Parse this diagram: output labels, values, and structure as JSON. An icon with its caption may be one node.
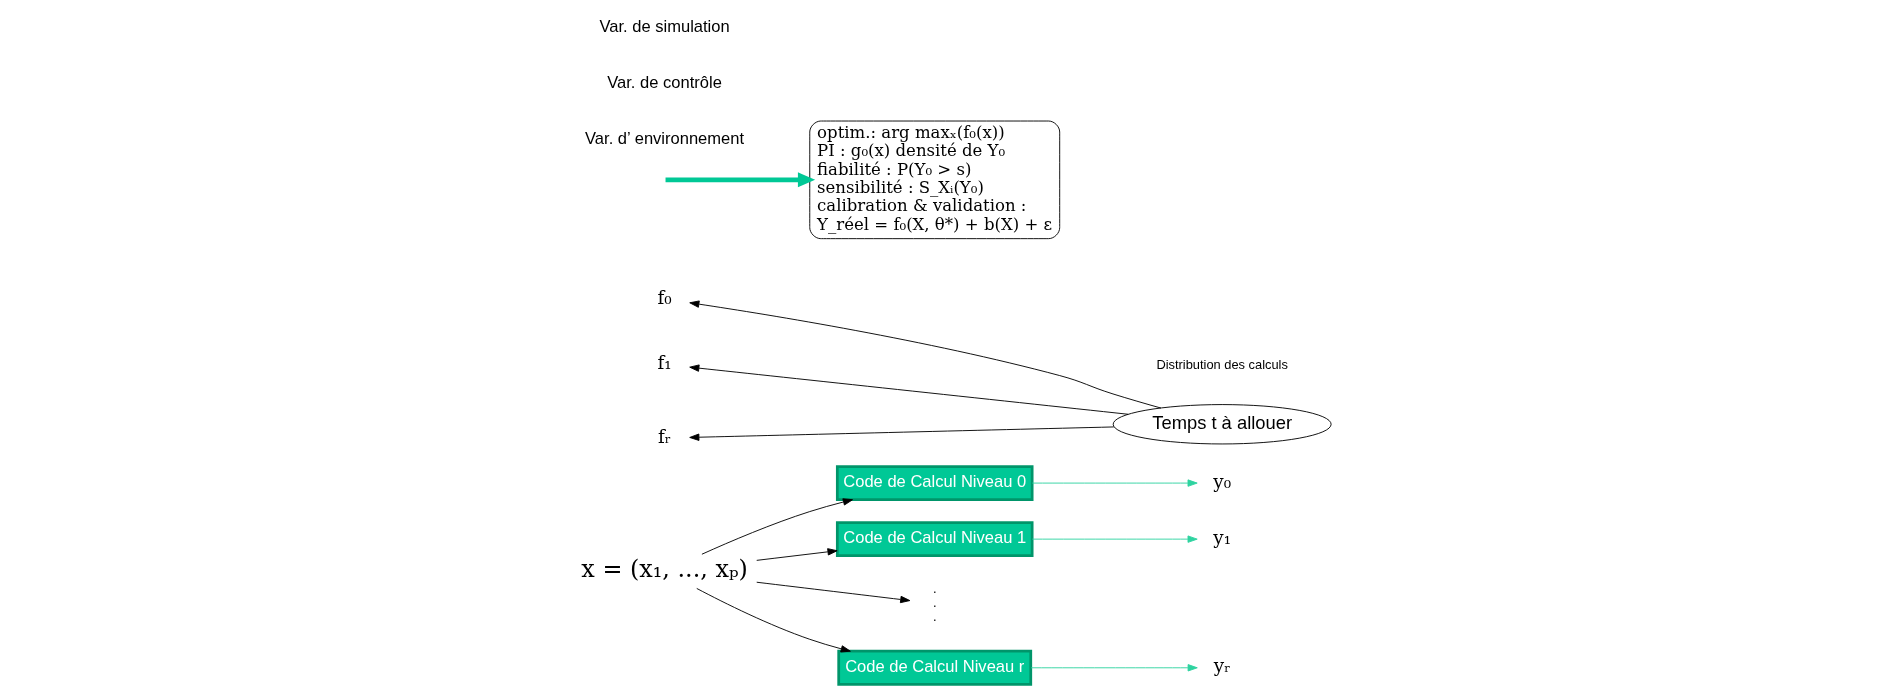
{
  "diagram": {
    "nodes": [
      {
        "text": [
          "x = (x₁, ..., xₚ)"
        ]
      },
      {
        "text": [
          "Code de Calcul Niveau 0"
        ]
      },
      {
        "text": [
          "Code de Calcul Niveau 1"
        ]
      },
      {
        "text": [
          ".",
          ".",
          "."
        ]
      },
      {
        "text": [
          "Code de Calcul Niveau r"
        ]
      },
      {
        "text": [
          "f₀"
        ]
      },
      {
        "text": [
          "y₀"
        ]
      },
      {
        "text": [
          "f₁"
        ]
      },
      {
        "text": [
          "y₁"
        ]
      },
      {
        "text": [
          "fᵣ"
        ]
      },
      {
        "text": [
          "yᵣ"
        ]
      },
      {
        "text": [
          "Temps t à allouer"
        ]
      },
      {
        "text": [
          "optim.: arg maxₓ(f₀(x))",
          "PI : g₀(x) densité de Y₀",
          "fiabilité : P(Y₀ > s)",
          "sensibilité : S_Xᵢ(Y₀)",
          "calibration & validation :",
          "Y_réel = f₀(X, θ*) + b(X) + ε"
        ]
      }
    ],
    "edges": [
      {
        "from": 0,
        "to": 1,
        "arrow": "to"
      },
      {
        "from": 0,
        "to": 2,
        "arrow": "to"
      },
      {
        "from": 0,
        "to": 3,
        "arrow": "to"
      },
      {
        "from": 0,
        "to": 4,
        "arrow": "to"
      },
      {
        "from": 1,
        "to": 6,
        "arrow": "to",
        "color": "#2ed3a0"
      },
      {
        "from": 2,
        "to": 8,
        "arrow": "to",
        "color": "#2ed3a0"
      },
      {
        "from": 4,
        "to": 10,
        "arrow": "to",
        "color": "#2ed3a0"
      },
      {
        "from": 11,
        "to": 5,
        "arrow": "to"
      },
      {
        "from": 11,
        "to": 7,
        "arrow": "to"
      },
      {
        "from": 11,
        "to": 9,
        "arrow": "to"
      },
      {
        "from": null,
        "to": 12,
        "arrow": "to",
        "style": "thick",
        "color": "#00c896"
      }
    ],
    "labels": [
      "Var. d’ environnement",
      "Var. de contrôle",
      "Var. de simulation",
      "Distribution des calculs"
    ]
  }
}
